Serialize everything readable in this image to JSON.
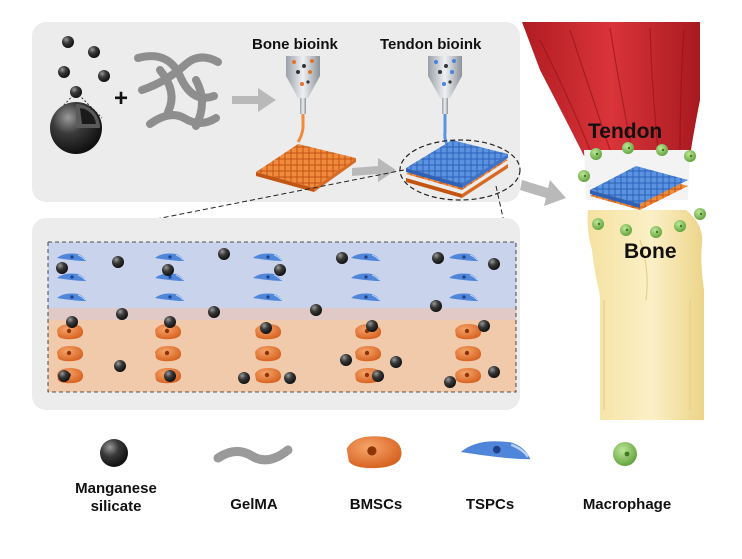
{
  "diagram": {
    "top_panel": {
      "bioink_bone_label": "Bone bioink",
      "bioink_tendon_label": "Tendon bioink",
      "plus_sign": "+"
    },
    "anatomy": {
      "tendon_label": "Tendon",
      "bone_label": "Bone"
    },
    "legend": [
      {
        "id": "manganese",
        "line1": "Manganese",
        "line2": "silicate",
        "icon": "sphere-icon"
      },
      {
        "id": "gelma",
        "line1": "GelMA",
        "line2": "",
        "icon": "fiber-icon"
      },
      {
        "id": "bmscs",
        "line1": "BMSCs",
        "line2": "",
        "icon": "bmsc-cell-icon"
      },
      {
        "id": "tspcs",
        "line1": "TSPCs",
        "line2": "",
        "icon": "tspc-cell-icon"
      },
      {
        "id": "macrophage",
        "line1": "Macrophage",
        "line2": "",
        "icon": "macrophage-icon"
      }
    ],
    "colors": {
      "panel_bg": "#ececec",
      "tendon_red": "#c8262a",
      "bone_yellow": "#f4e4a8",
      "tendon_layer": "#c9d3ec",
      "bone_layer": "#f1c9ab",
      "bmsc_orange": "#e5712a",
      "tspc_blue": "#4a82d8",
      "macrophage_green": "#7cc04f",
      "sphere_dark": "#2f2f2f"
    }
  }
}
